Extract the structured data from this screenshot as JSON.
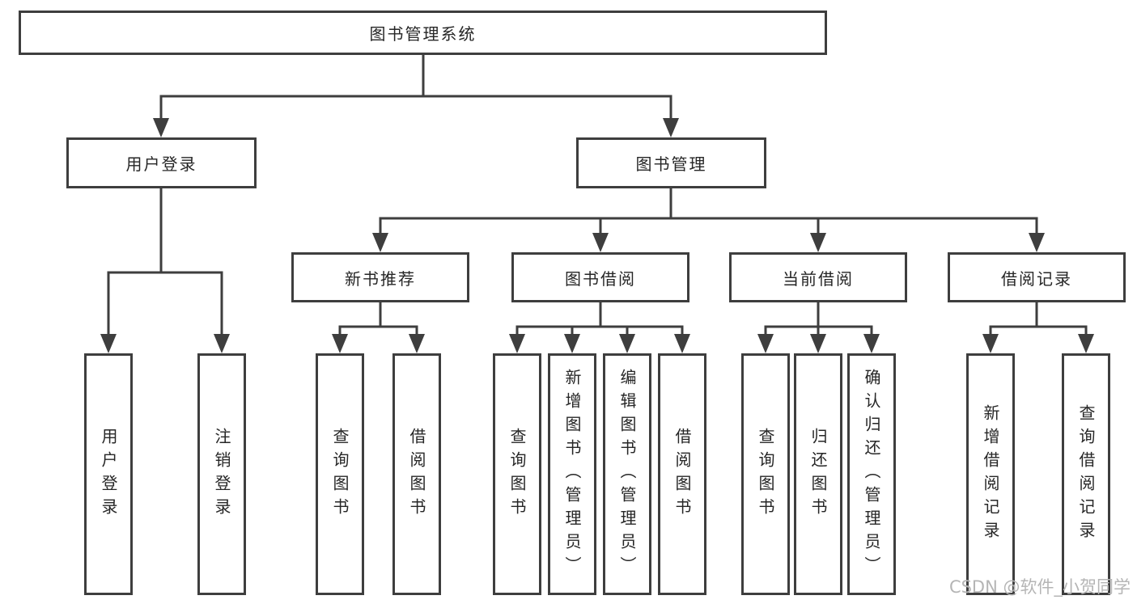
{
  "diagram": {
    "root": "图书管理系统",
    "level2": {
      "user_login": "用户登录",
      "book_mgmt": "图书管理"
    },
    "level3": {
      "new_books": "新书推荐",
      "borrowing": "图书借阅",
      "current": "当前借阅",
      "records": "借阅记录"
    },
    "leaves": {
      "user_login": "用户登录",
      "logout": "注销登录",
      "nb_query": "查询图书",
      "nb_borrow": "借阅图书",
      "bb_query": "查询图书",
      "bb_add": "新增图书（管理员）",
      "bb_edit": "编辑图书（管理员）",
      "bb_borrow": "借阅图书",
      "cb_query": "查询图书",
      "cb_return": "归还图书",
      "cb_confirm": "确认归还（管理员）",
      "br_add": "新增借阅记录",
      "br_query": "查询借阅记录"
    }
  },
  "colors": {
    "line": "#3e3e3e",
    "text": "#262626",
    "watermark": "#b5b5b5"
  },
  "watermark": {
    "text": "CSDN @软件_小贺同学"
  }
}
